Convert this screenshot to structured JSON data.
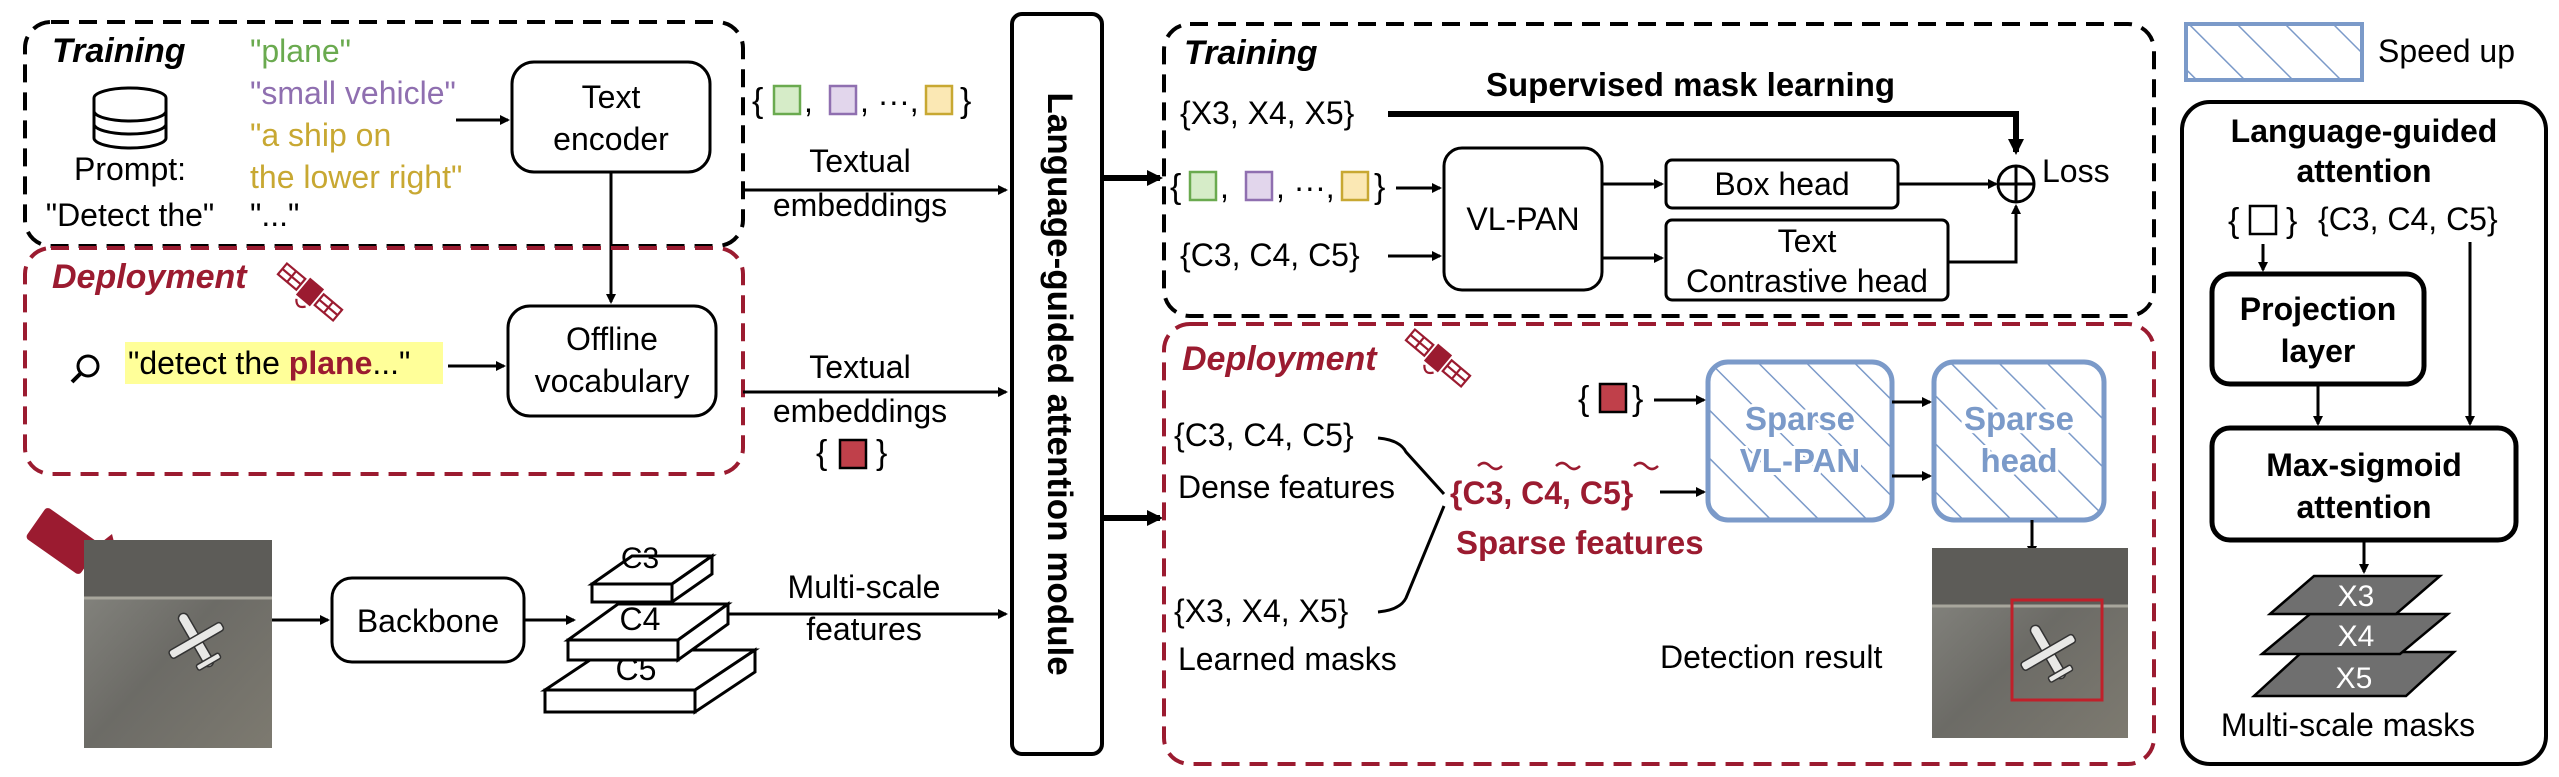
{
  "colors": {
    "black": "#000000",
    "deploy": "#9b1b30",
    "green": "#6aaa4f",
    "purple": "#8f6fb0",
    "yellow": "#c8a832",
    "speed": "#7b9ac9",
    "highlight": "#ffff99",
    "sq_green": "#d6ecc8",
    "sq_purple": "#e2d6ec",
    "sq_yellow": "#fbe8b4",
    "sq_red": "#c0404a"
  },
  "left": {
    "training_label": "Training",
    "deployment_label": "Deployment",
    "prompt_items": [
      "\"plane\"",
      "\"small vehicle\"",
      "\"a ship on",
      "the lower right\"",
      "\"...\""
    ],
    "prompt_label": "Prompt:",
    "prompt_prefix": "\"Detect the\"",
    "text_encoder_line1": "Text",
    "text_encoder_line2": "encoder",
    "offline_line1": "Offline",
    "offline_line2": "vocabulary",
    "query_prefix": "\"detect the ",
    "query_bold": "plane",
    "query_suffix": "...\"",
    "embed_set": "{ , , ···, }",
    "textual1_line1": "Textual",
    "textual1_line2": "embeddings",
    "textual2_line1": "Textual",
    "textual2_line2": "embeddings",
    "backbone": "Backbone",
    "c3": "C3",
    "c4": "C4",
    "c5": "C5",
    "multiscale_line1": "Multi-scale",
    "multiscale_line2": "features"
  },
  "module": {
    "label": "Language-guided attention module"
  },
  "training": {
    "label": "Training",
    "x_set": "{X3, X4, X5}",
    "supervised": "Supervised  mask learning",
    "c_set": "{C3, C4, C5}",
    "vlpan": "VL-PAN",
    "box_head": "Box head",
    "contrastive_line1": "Text",
    "contrastive_line2": "Contrastive head",
    "loss": "Loss"
  },
  "deployment": {
    "label": "Deployment",
    "c_set": "{C3, C4, C5}",
    "dense": "Dense features",
    "x_set": "{X3, X4, X5}",
    "learned": "Learned masks",
    "sparse_set": "{C3, C4, C5}",
    "sparse_features": "Sparse features",
    "sparse_vlpan_line1": "Sparse",
    "sparse_vlpan_line2": "VL-PAN",
    "sparse_head_line1": "Sparse",
    "sparse_head_line2": "head",
    "detection": "Detection result"
  },
  "legend": {
    "speed_up": "Speed up"
  },
  "right": {
    "title_line1": "Language-guided",
    "title_line2": "attention",
    "c_set": "{C3, C4, C5}",
    "projection_line1": "Projection",
    "projection_line2": "layer",
    "maxsig_line1": "Max-sigmoid",
    "maxsig_line2": "attention",
    "x3": "X3",
    "x4": "X4",
    "x5": "X5",
    "masks_label": "Multi-scale masks"
  }
}
